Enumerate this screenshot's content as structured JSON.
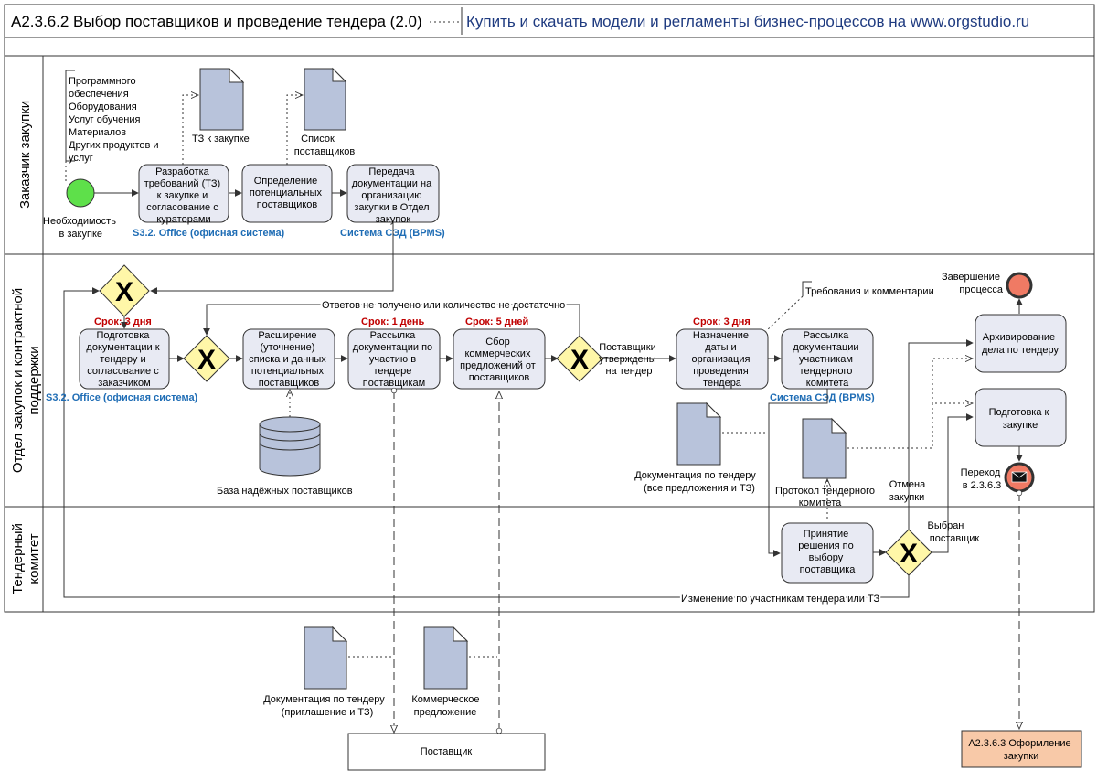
{
  "header": {
    "title": "А2.3.6.2 Выбор поставщиков и проведение тендера (2.0)",
    "link": "Купить и скачать модели и регламенты бизнес-процессов на www.orgstudio.ru"
  },
  "lanes": {
    "customer": "Заказчик закупки",
    "procurement_1": "Отдел закупок и контрактной",
    "procurement_2": "поддержки",
    "committee_1": "Тендерный",
    "committee_2": "комитет"
  },
  "start_note": [
    "Программного",
    "обеспечения",
    "Оборудования",
    "Услуг обучения",
    "Материалов",
    "Других продуктов и",
    "услуг"
  ],
  "start_event": [
    "Необходимость",
    "в закупке"
  ],
  "tasks": {
    "develop_req": [
      "Разработка",
      "требований (ТЗ)",
      "к закупке и",
      "согласование с",
      "кураторами"
    ],
    "define_suppliers": [
      "Определение",
      "потенциальных",
      "поставщиков"
    ],
    "transfer_docs": [
      "Передача",
      "документации на",
      "организацию",
      "закупки в Отдел",
      "закупок"
    ],
    "prepare_docs": [
      "Подготовка",
      "документации к",
      "тендеру и",
      "согласование с",
      "заказчиком"
    ],
    "expand_list": [
      "Расширение",
      "(уточнение)",
      "списка и данных",
      "потенциальных",
      "поставщиков"
    ],
    "send_docs": [
      "Рассылка",
      "документации по",
      "участию в",
      "тендере",
      "поставщикам"
    ],
    "collect_offers": [
      "Сбор",
      "коммерческих",
      "предложений от",
      "поставщиков"
    ],
    "set_date": [
      "Назначение",
      "даты и",
      "организация",
      "проведения",
      "тендера"
    ],
    "send_committee": [
      "Рассылка",
      "документации",
      "участникам",
      "тендерного",
      "комитета"
    ],
    "archive": [
      "Архивирование",
      "дела по тендеру"
    ],
    "prepare_purchase": [
      "Подготовка к",
      "закупке"
    ],
    "decision": [
      "Принятие",
      "решения по",
      "выбору",
      "поставщика"
    ]
  },
  "docs": {
    "tz": "ТЗ к закупке",
    "supplier_list": [
      "Список",
      "поставщиков"
    ],
    "tender_docs_all": [
      "Документация по тендеру",
      "(все предложения и ТЗ)"
    ],
    "protocol": [
      "Протокол тендерного",
      "комитета"
    ],
    "tender_docs_invite": [
      "Документация по тендеру",
      "(приглашение и ТЗ)"
    ],
    "commercial_offer": [
      "Коммерческое",
      "предложение"
    ]
  },
  "database": "База надёжных поставщиков",
  "systems": {
    "office_top": "S3.2. Office (офисная система)",
    "sed_top": "Система СЭД (BPMS)",
    "office_mid": "S3.2. Office (офисная система)",
    "sed_mid": "Система СЭД (BPMS)"
  },
  "deadlines": {
    "prepare": "Срок: 3 дня",
    "send": "Срок: 1 день",
    "collect": "Срок: 5 дней",
    "set_date": "Срок: 3 дня"
  },
  "labels": {
    "no_answers": "Ответов не получено или количество не достаточно",
    "approved": [
      "Поставщики",
      "утверждены",
      "на тендер"
    ],
    "requirements": "Требования и комментарии",
    "end_event": [
      "Завершение",
      "процесса"
    ],
    "transition": [
      "Переход",
      "в 2.3.6.3"
    ],
    "cancel": [
      "Отмена",
      "закупки"
    ],
    "chosen": [
      "Выбран",
      "поставщик"
    ],
    "change": "Изменение по участникам тендера или ТЗ"
  },
  "gateway_symbol": "X",
  "supplier_pool": "Поставщик",
  "next_process": [
    "А2.3.6.3 Оформление",
    "закупки"
  ],
  "colors": {
    "task_fill": "#e8eaf3",
    "doc_fill": "#b8c3db",
    "gateway_fill": "#fff7a8",
    "start_fill": "#5ee04a",
    "end_fill": "#f07a64",
    "deadline": "#c00000",
    "system": "#1f6db5",
    "next_process_fill": "#f8c9a8"
  }
}
